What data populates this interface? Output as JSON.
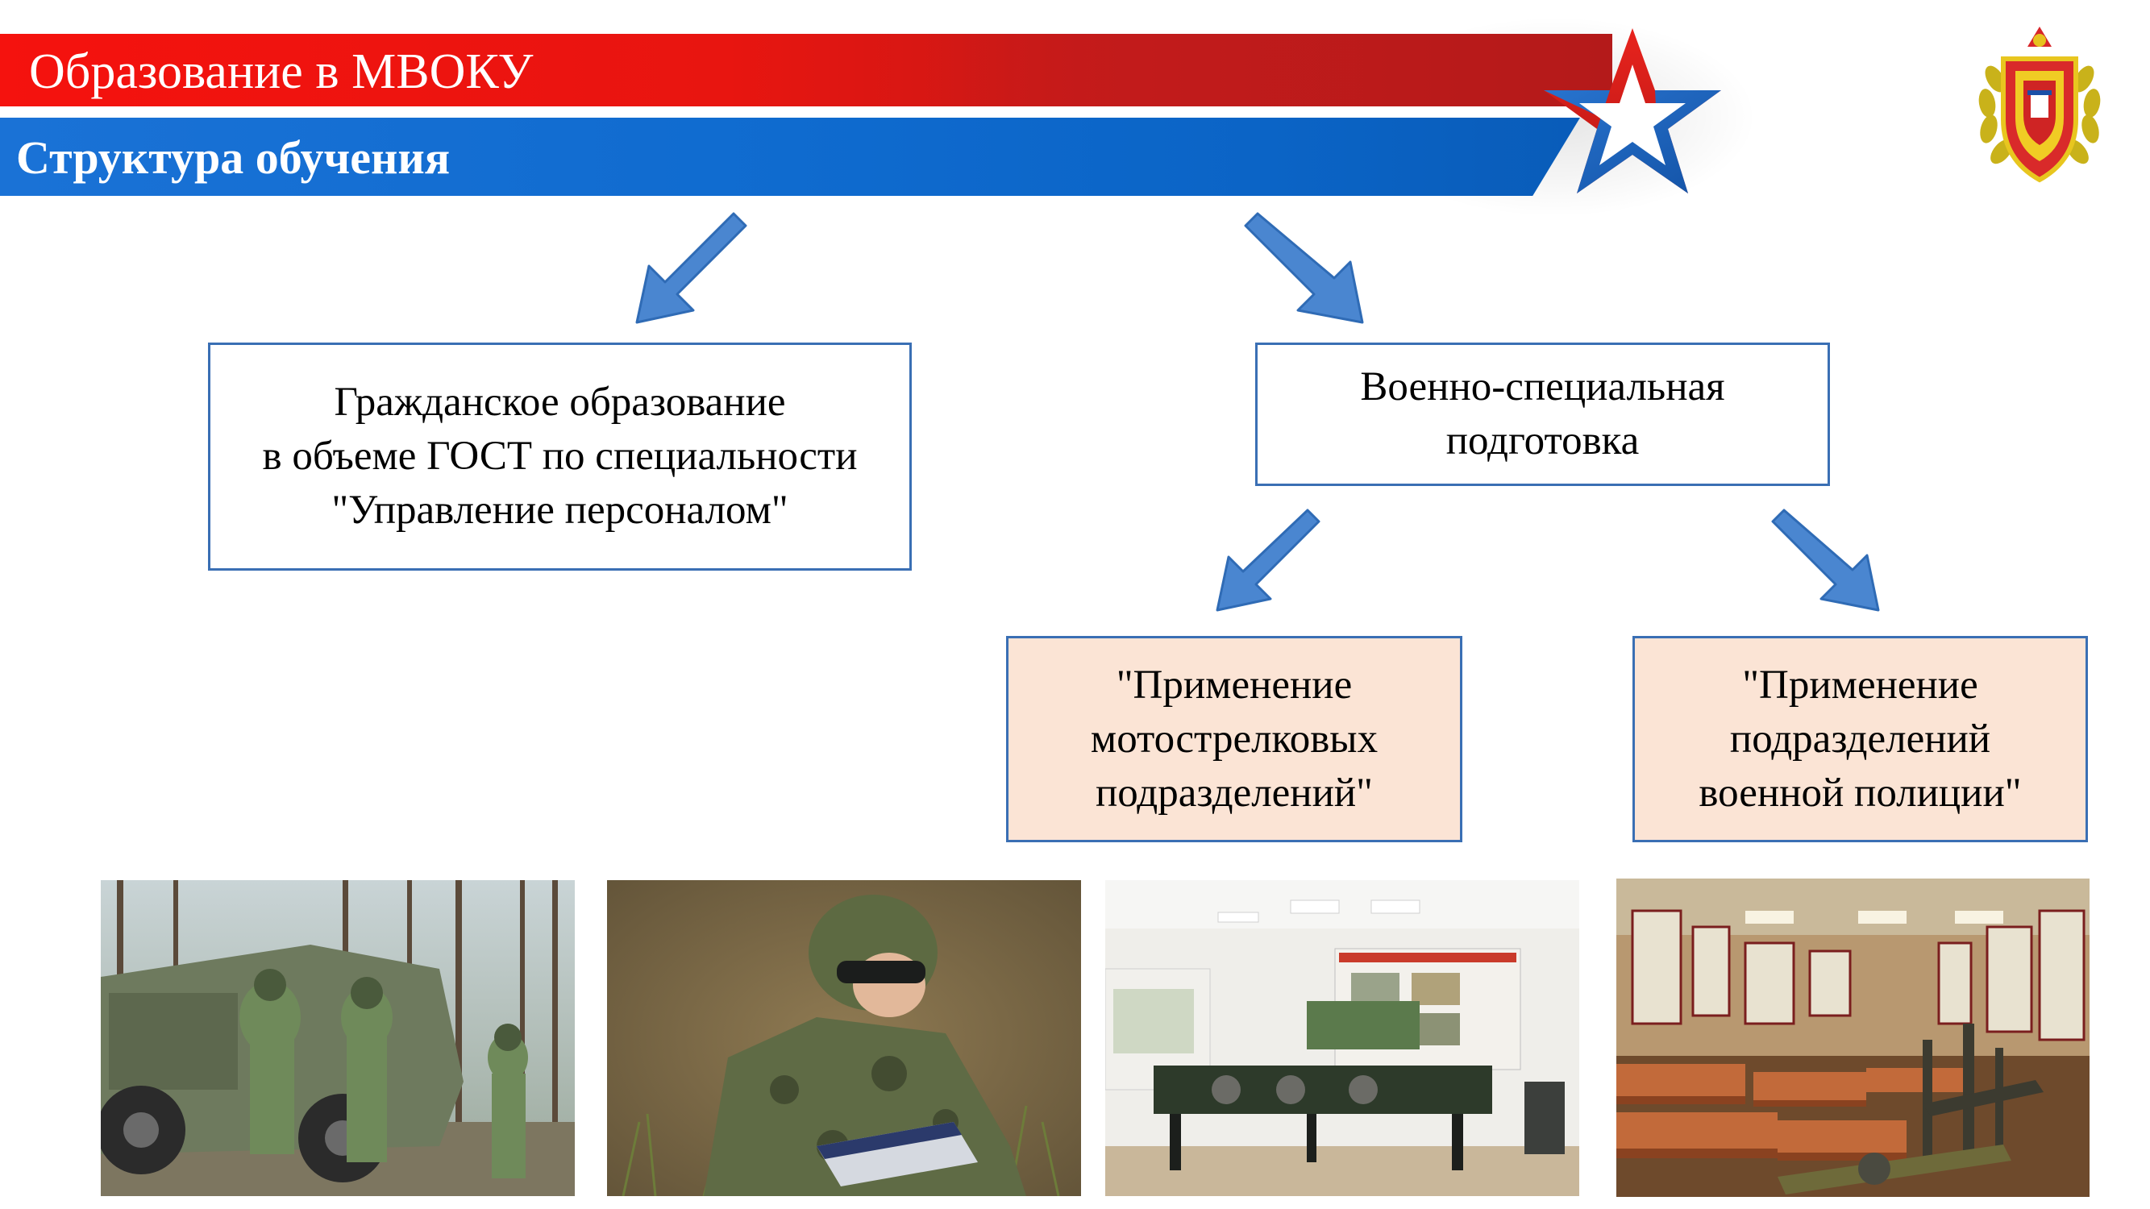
{
  "header": {
    "title": "Образование в МВОКУ",
    "subtitle": "Структура обучения"
  },
  "colors": {
    "red_band": "#e81510",
    "blue_band": "#0f6bcf",
    "box_border": "#3a6fb4",
    "arrow_fill": "#4a86d0",
    "peach_fill": "#fbe4d5"
  },
  "chart": {
    "civil": {
      "lines": [
        "Гражданское образование",
        "в объеме ГОСТ по специальности",
        "\"Управление персоналом\""
      ]
    },
    "military": {
      "lines": [
        "Военно-специальная",
        "подготовка"
      ]
    },
    "motor_rifle": {
      "lines": [
        "\"Применение",
        "мотострелковых",
        "подразделений\""
      ]
    },
    "military_police": {
      "lines": [
        "\"Применение",
        "подразделений",
        "военной полиции\""
      ]
    }
  },
  "icons": {
    "star": "red-white-blue-star-icon",
    "emblem": "school-emblem-icon",
    "arrow": "down-arrow-icon"
  }
}
